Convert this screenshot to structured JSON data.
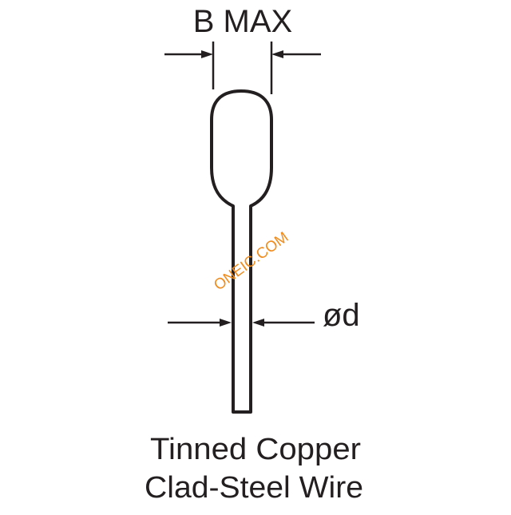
{
  "diagram": {
    "dimension_b_label": "B MAX",
    "dimension_d_label": "ød",
    "caption_line_1": "Tinned Copper",
    "caption_line_2": "Clad-Steel Wire",
    "watermark_text": "ONEIC.COM",
    "line_color": "#231f20",
    "watermark_color": "#f08c1e"
  }
}
